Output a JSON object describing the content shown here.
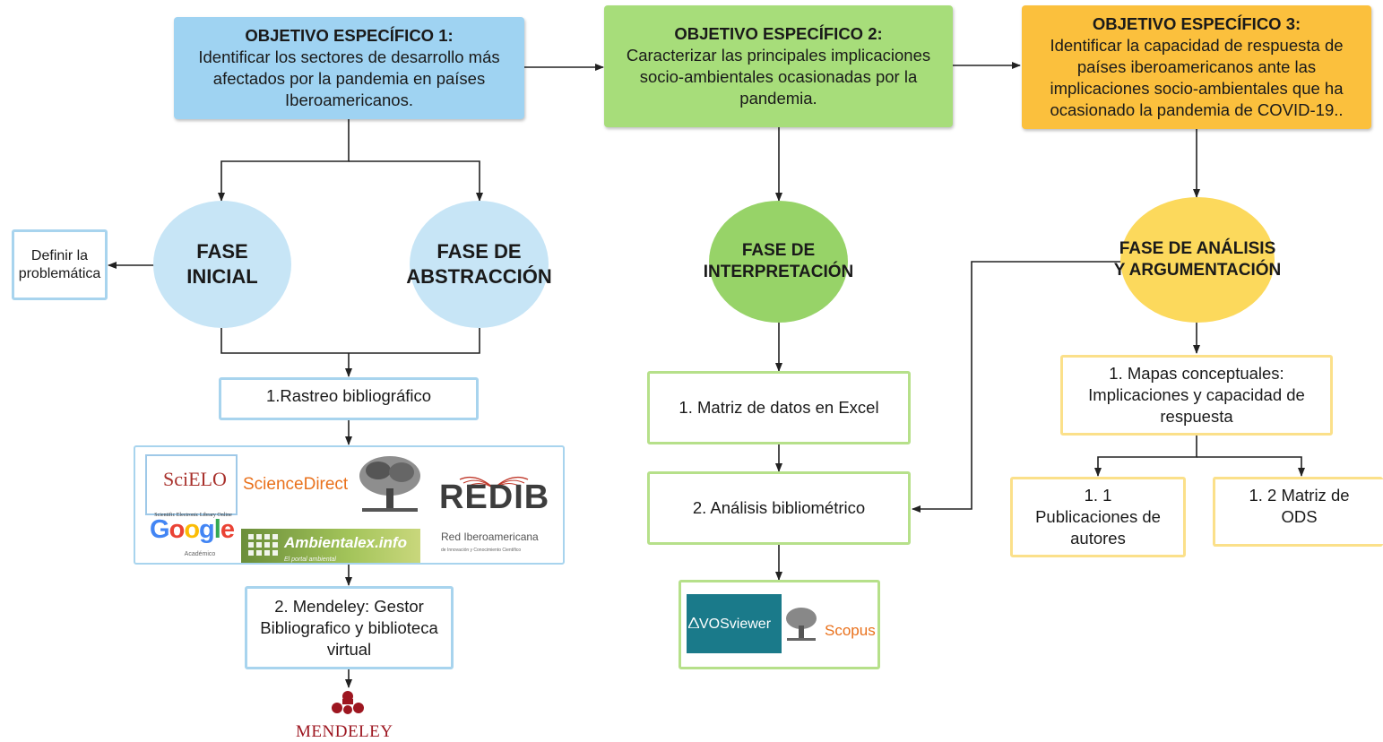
{
  "objectives": [
    {
      "title": "OBJETIVO ESPECÍFICO 1:",
      "text": "Identificar los sectores de desarrollo más afectados por la pandemia en países Iberoamericanos."
    },
    {
      "title": "OBJETIVO ESPECÍFICO 2:",
      "text": "Caracterizar las principales implicaciones socio-ambientales ocasionadas por la pandemia."
    },
    {
      "title": "OBJETIVO ESPECÍFICO 3:",
      "text": "Identificar la capacidad de respuesta de países iberoamericanos ante las implicaciones socio-ambientales que ha ocasionado la pandemia de COVID-19.."
    }
  ],
  "phases": {
    "inicial": "FASE INICIAL",
    "abstraccion": "FASE DE ABSTRACCIÓN",
    "interpretacion": "FASE DE INTERPRETACIÓN",
    "analisis": "FASE DE ANÁLISIS Y ARGUMENTACIÓN"
  },
  "steps": {
    "definir": "Definir la problemática",
    "rastreo": "1.Rastreo bibliográfico",
    "mendeley": "2. Mendeley: Gestor Bibliografico y biblioteca virtual",
    "matriz_excel": "1. Matriz de datos en Excel",
    "analisis_biblio": "2. Análisis bibliométrico",
    "mapas": "1.  Mapas conceptuales: Implicaciones y capacidad de respuesta",
    "publicaciones": "1. 1 Publicaciones de autores",
    "matriz_ods": "1. 2 Matriz de ODS"
  },
  "logos": {
    "scielo": "SciELO",
    "scielo_sub": "Scientific Electronic Library Online",
    "sciencedirect": "ScienceDirect",
    "elsevier": "ELSEVIER",
    "redib": "REDIB",
    "redib_sub": "Red Iberoamericana",
    "redib_sub2": "de Innovación y Conocimiento Científico",
    "google": "Google",
    "google_sub": "Académico",
    "ambientalex": "Ambientalex.info",
    "ambientalex_sub": "El portal ambiental",
    "vosviewer": "VOSviewer",
    "scopus": "Scopus",
    "mendeley": "MENDELEY"
  },
  "colors": {
    "obj1": "#9fd3f2",
    "obj2": "#a7dd7a",
    "obj3": "#fbc03d",
    "phase_blue": "#c7e5f6",
    "phase_green": "#97d368",
    "phase_yellow": "#fcd95c"
  }
}
